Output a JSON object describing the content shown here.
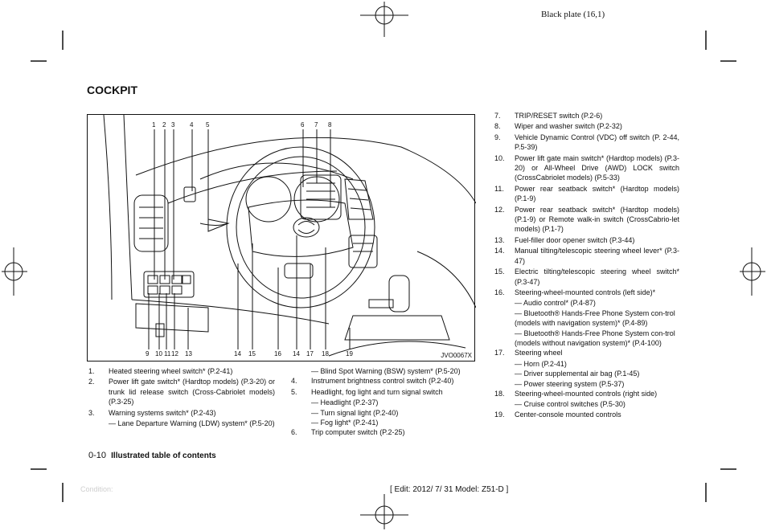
{
  "header": {
    "plate": "Black plate (16,1)"
  },
  "section_title": "COCKPIT",
  "figure": {
    "code": "JVO0067X",
    "top_callouts": [
      "1",
      "2",
      "3",
      "4",
      "5",
      "6",
      "7",
      "8"
    ],
    "bottom_callouts": [
      "9",
      "10",
      "11",
      "12",
      "13",
      "14",
      "15",
      "16",
      "14",
      "17",
      "18",
      "19"
    ]
  },
  "items_col1": [
    {
      "num": "1.",
      "text": "Heated steering wheel switch* (P.2-41)"
    },
    {
      "num": "2.",
      "text": "Power lift gate switch* (Hardtop models) (P.3-20) or trunk lid release switch (Cross-Cabriolet models) (P.3-25)"
    },
    {
      "num": "3.",
      "text": "Warning systems switch* (P.2-43)"
    }
  ],
  "col1_sub": "Lane Departure Warning (LDW) system* (P.5-20)",
  "col2_first_sub": "Blind Spot Warning (BSW) system* (P.5-20)",
  "items_col2": [
    {
      "num": "4.",
      "text": "Instrument brightness control switch (P.2-40)"
    },
    {
      "num": "5.",
      "text": "Headlight, fog light and turn signal switch"
    }
  ],
  "col2_subs": [
    "Headlight (P.2-37)",
    "Turn signal light (P.2-40)",
    "Fog light* (P.2-41)"
  ],
  "item6": {
    "num": "6.",
    "text": "Trip computer switch (P.2-25)"
  },
  "items_col3": [
    {
      "num": "7.",
      "text": "TRIP/RESET switch (P.2-6)"
    },
    {
      "num": "8.",
      "text": "Wiper and washer switch (P.2-32)"
    },
    {
      "num": "9.",
      "text": "Vehicle Dynamic Control (VDC) off switch (P. 2-44, P.5-39)"
    },
    {
      "num": "10.",
      "text": "Power lift gate main switch* (Hardtop models) (P.3-20) or All-Wheel Drive (AWD) LOCK switch (CrossCabriolet models) (P.5-33)"
    },
    {
      "num": "11.",
      "text": "Power rear seatback switch* (Hardtop models) (P.1-9)"
    },
    {
      "num": "12.",
      "text": "Power rear seatback switch* (Hardtop models) (P.1-9) or Remote walk-in switch (CrossCabrio-let models) (P.1-7)"
    },
    {
      "num": "13.",
      "text": "Fuel-filler door opener switch (P.3-44)"
    },
    {
      "num": "14.",
      "text": "Manual tilting/telescopic steering wheel lever* (P.3-47)"
    },
    {
      "num": "15.",
      "text": "Electric tilting/telescopic steering wheel switch* (P.3-47)"
    },
    {
      "num": "16.",
      "text": "Steering-wheel-mounted controls (left side)*"
    }
  ],
  "item16_subs": [
    "Audio control* (P.4-87)",
    "Bluetooth® Hands-Free Phone System con-trol (models with navigation system)* (P.4-89)",
    "Bluetooth® Hands-Free Phone System con-trol (models without navigation system)* (P.4-100)"
  ],
  "item17": {
    "num": "17.",
    "text": "Steering wheel"
  },
  "item17_subs": [
    "Horn (P.2-41)",
    "Driver supplemental air bag (P.1-45)",
    "Power steering system (P.5-37)"
  ],
  "item18": {
    "num": "18.",
    "text": "Steering-wheel-mounted controls (right side)"
  },
  "item18_subs": [
    "Cruise control switches (P.5-30)"
  ],
  "item19": {
    "num": "19.",
    "text": "Center-console mounted controls"
  },
  "footer": {
    "page": "0-10",
    "section": "Illustrated table of contents",
    "condition": "Condition:",
    "edit": "[ Edit: 2012/ 7/ 31   Model:  Z51-D ]"
  }
}
